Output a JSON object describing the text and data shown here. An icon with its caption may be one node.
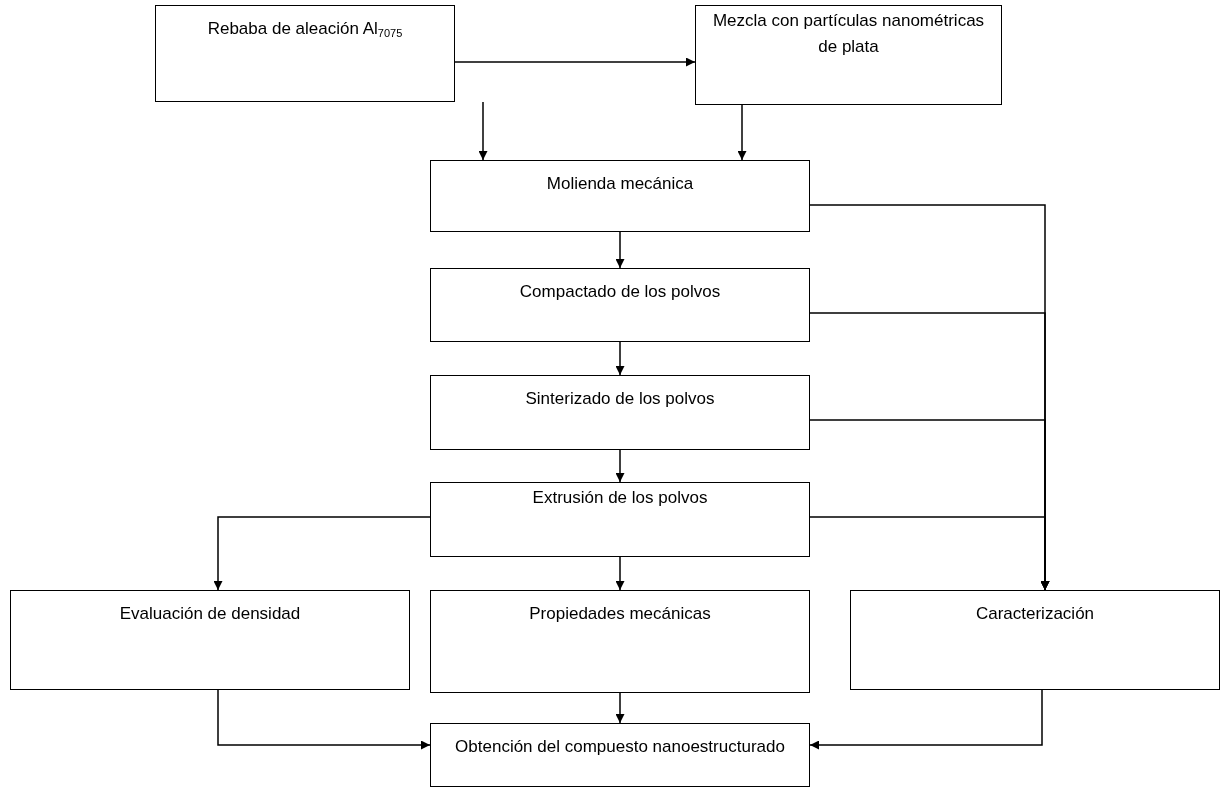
{
  "diagram": {
    "nodes": [
      {
        "text": [
          "Rebaba de aleación Al$_{7075}$"
        ]
      },
      {
        "text": [
          "Mezcla con partículas nanométricas de plata"
        ]
      },
      {
        "text": [
          "Molienda mecánica"
        ]
      },
      {
        "text": [
          "Compactado de los polvos"
        ]
      },
      {
        "text": [
          "Sinterizado de los polvos"
        ]
      },
      {
        "text": [
          "Extrusión de los polvos"
        ]
      },
      {
        "text": [
          "Evaluación de densidad"
        ]
      },
      {
        "text": [
          "Propiedades mecánicas"
        ]
      },
      {
        "text": [
          "Caracterización"
        ]
      },
      {
        "text": [
          "Obtención del compuesto nanoestructurado"
        ]
      }
    ],
    "edges": [
      {
        "from": 0,
        "to": 1,
        "arrow": "to"
      },
      {
        "from": 0,
        "to": 2,
        "arrow": "to"
      },
      {
        "from": 1,
        "to": 2,
        "arrow": "to"
      },
      {
        "from": 2,
        "to": 3,
        "arrow": "to"
      },
      {
        "from": 2,
        "to": 8,
        "arrow": "to"
      },
      {
        "from": 3,
        "to": 4,
        "arrow": "to"
      },
      {
        "from": 3,
        "to": 8,
        "arrow": "to"
      },
      {
        "from": 4,
        "to": 5,
        "arrow": "to"
      },
      {
        "from": 4,
        "to": 8,
        "arrow": "to"
      },
      {
        "from": 5,
        "to": 6,
        "arrow": "to"
      },
      {
        "from": 5,
        "to": 7,
        "arrow": "to"
      },
      {
        "from": 5,
        "to": 8,
        "arrow": "to"
      },
      {
        "from": 7,
        "to": 9,
        "arrow": "to"
      },
      {
        "from": 6,
        "to": 9,
        "arrow": "to"
      },
      {
        "from": 8,
        "to": 9,
        "arrow": "to"
      }
    ]
  }
}
